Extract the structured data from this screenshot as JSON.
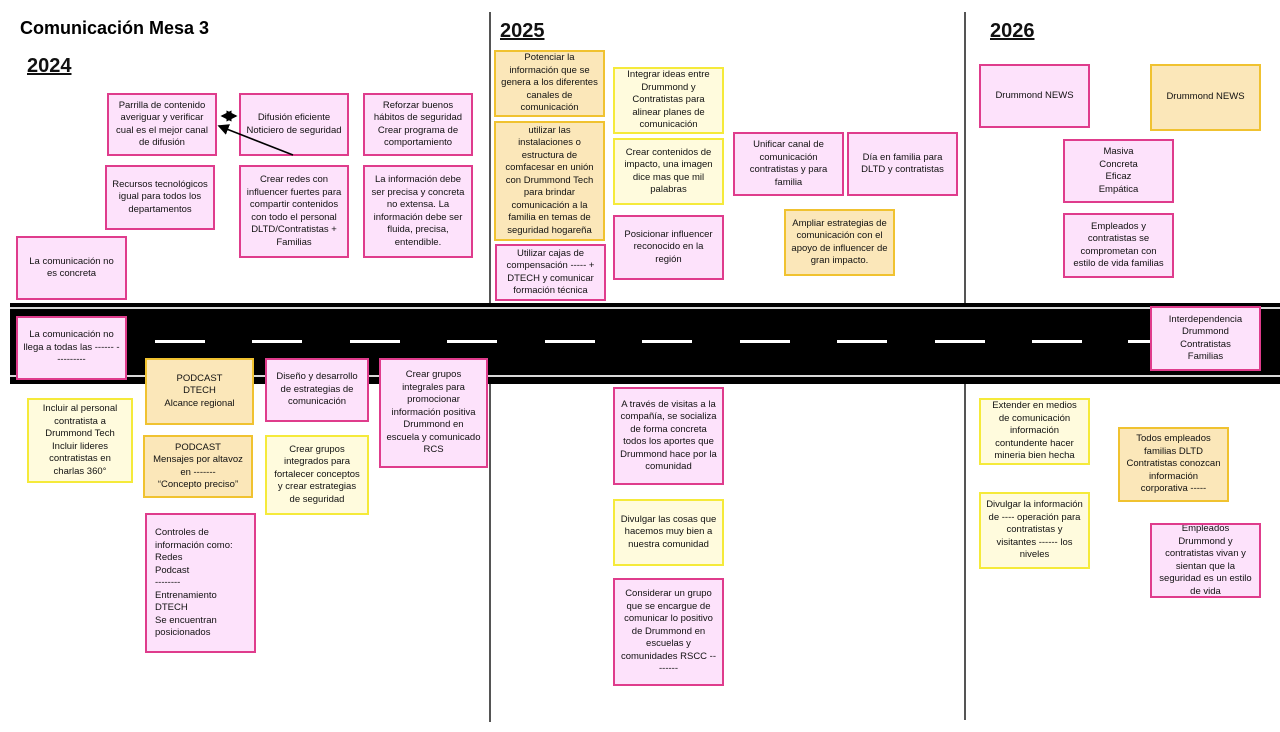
{
  "header": {
    "title": "Comunicación Mesa 3"
  },
  "years": [
    "2024",
    "2025",
    "2026"
  ],
  "notes_2024": [
    "Parrilla de contenido averiguar y verificar cual es el mejor canal de difusión",
    "Difusión eficiente\nNoticiero de seguridad",
    "Reforzar buenos hábitos de seguridad\nCrear programa de comportamiento",
    "Recursos tecnológicos igual para todos los departamentos",
    "Crear redes con influencer  fuertes para compartir contenidos con todo el personal DLTD/Contratistas + Familias",
    "La información debe ser precisa y concreta no extensa. La información debe ser fluida, precisa, entendible.",
    "La comunicación no es concreta",
    "La comunicación no llega a todas las ------ ----------",
    "PODCAST\nDTECH\nAlcance regional",
    "Diseño y desarrollo de estrategias de comunicación",
    "Crear grupos integrales para promocionar información positiva Drummond en escuela y comunicado RCS",
    "Incluir al personal contratista a Drummond Tech Incluir lideres contratistas en charlas 360°",
    "PODCAST\nMensajes por altavoz en -------\n“Concepto preciso”",
    "Crear grupos integrados para fortalecer conceptos y crear estrategias de seguridad",
    "Controles de información como:\nRedes\nPodcast\n--------\nEntrenamiento\nDTECH\nSe encuentran posicionados"
  ],
  "notes_2025": [
    "Potenciar la información que se genera a los diferentes canales de comunicación",
    "utilizar las instalaciones o estructura de comfacesar en unión con Drummond Tech para brindar comunicación a la familia en temas de seguridad hogareña",
    "Utilizar cajas de compensación ----- + DTECH y comunicar formación técnica",
    "Integrar ideas entre Drummond y Contratistas para alinear planes de comunicación",
    "Crear contenidos de impacto, una imagen dice mas que mil palabras",
    "Posicionar influencer reconocido en la región",
    "Unificar canal de comunicación contratistas y para familia",
    "Día en familia para DLTD y contratistas",
    "Ampliar estrategias de comunicación con el apoyo de influencer de gran impacto.",
    "A través de visitas a la compañía, se socializa de forma concreta todos los aportes que Drummond hace por la comunidad",
    "Divulgar las cosas que hacemos muy bien a nuestra comunidad",
    "Considerar un grupo que se encargue de comunicar lo positivo de Drummond en escuelas y comunidades RSCC --------"
  ],
  "notes_2026": [
    "Drummond NEWS",
    "Drummond NEWS",
    "Masiva\nConcreta\nEficaz\nEmpática",
    "Empleados y contratistas se comprometan con estilo de vida familias",
    "Interdependencia\nDrummond\nContratistas\nFamilias",
    "Extender en medios de comunicación información contundente hacer mineria bien hecha",
    "Todos empleados familias DLTD Contratistas conozcan información corporativa -----",
    "Divulgar la información de ---- operación para contratistas y visitantes ------ los niveles",
    "Empleados Drummond y contratistas vivan y sientan que la seguridad es un estilo de vida"
  ],
  "colors": {
    "pink_border": "#df3c8c",
    "orange_border": "#f0c230",
    "yellow_border": "#f5ea3a"
  }
}
